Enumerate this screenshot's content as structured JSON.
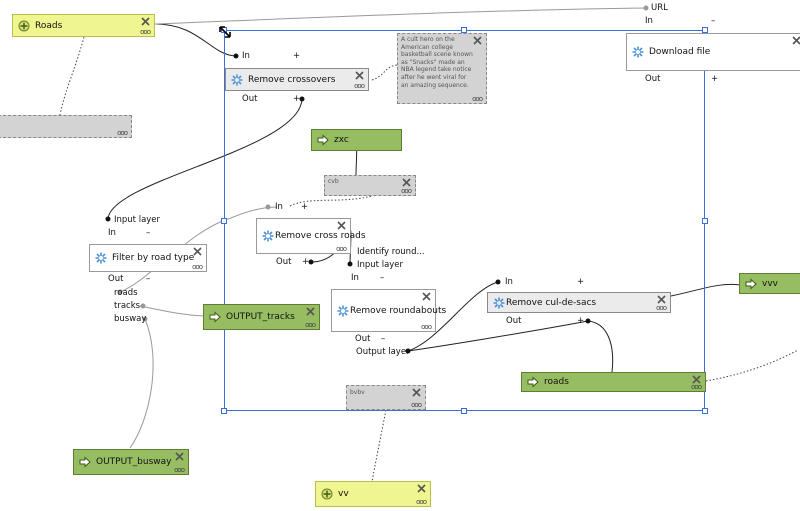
{
  "nodes": {
    "roads_input": {
      "label": "Roads"
    },
    "download_file": {
      "label": "Download file"
    },
    "remove_crossovers": {
      "label": "Remove crossovers"
    },
    "zxc": {
      "label": "zxc"
    },
    "remove_cross_roads": {
      "label": "Remove cross roads"
    },
    "filter_by_road_type": {
      "label": "Filter by road type"
    },
    "output_tracks": {
      "label": "OUTPUT_tracks"
    },
    "remove_roundabouts": {
      "label": "Remove roundabouts"
    },
    "remove_cul_de_sacs": {
      "label": "Remove cul-de-sacs"
    },
    "roads_output": {
      "label": "roads"
    },
    "vvv": {
      "label": "vvv"
    },
    "output_busway": {
      "label": "OUTPUT_busway"
    },
    "vv": {
      "label": "vv"
    }
  },
  "comments": {
    "cult_hero": "A cult hero on the American college basketball scene known as \"Snacks\" made an NBA legend take notice after he went viral for an amazing sequence.",
    "cvb": "cvb",
    "bvbv": "bvbv"
  },
  "ports": {
    "url": "URL",
    "in": "In",
    "out": "Out",
    "input_layer": "Input layer",
    "identify_round": "Identify round...",
    "output_layer": "Output layer",
    "roads": "roads",
    "tracks": "tracks",
    "busway": "busway",
    "plus": "+",
    "minus": "–"
  },
  "icons": {
    "algorithm": "gear-icon",
    "input": "cross-plus-icon",
    "output": "arrow-right-icon",
    "remove": "close-icon",
    "more": "ellipsis-icon"
  },
  "colors": {
    "input": "#eff58f",
    "output": "#96bd62",
    "algorithm": "#ebebeb",
    "comment": "#d3d3d3",
    "selection": "#3a6fd8"
  }
}
